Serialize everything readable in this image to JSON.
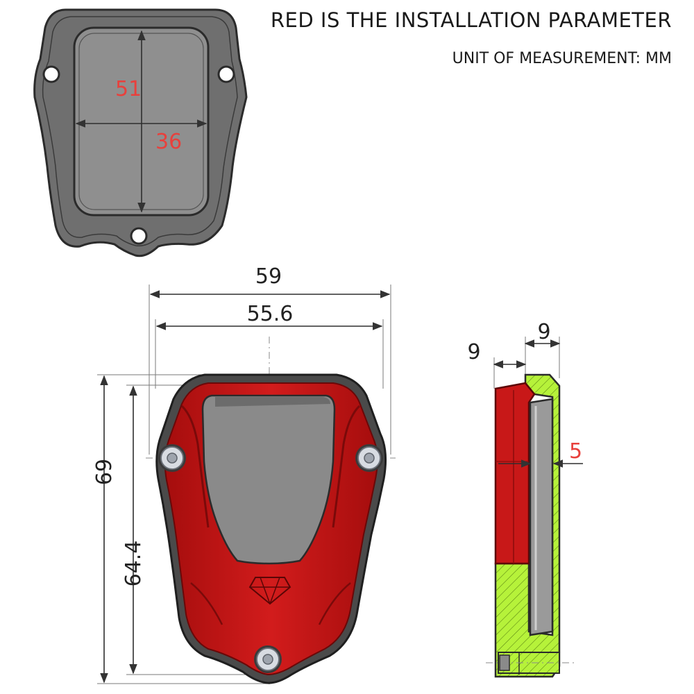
{
  "header": {
    "title": "RED IS THE INSTALLATION PARAMETER",
    "unit": "UNIT OF MEASUREMENT: MM"
  },
  "colors": {
    "installation_red": "#e8403c",
    "part_red": "#c01616",
    "section_green": "#b6f23a",
    "pad_gray": "#8f8f8f",
    "outline": "#2b2b2b"
  },
  "top_view": {
    "height_mm": "51",
    "width_mm": "36"
  },
  "front_view": {
    "overall_width_mm": "59",
    "inner_width_mm": "55.6",
    "overall_height_mm": "69",
    "inner_height_mm": "64.4"
  },
  "section_view": {
    "left_thickness_mm": "9",
    "right_thickness_mm": "9",
    "recess_depth_mm": "5"
  }
}
